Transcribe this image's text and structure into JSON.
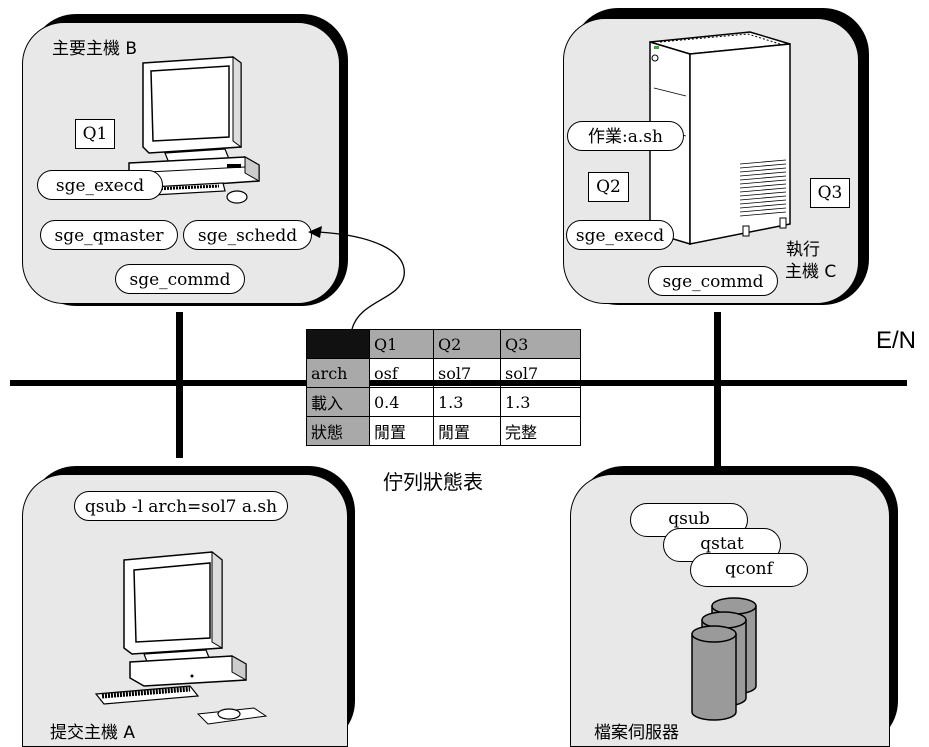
{
  "host_b": {
    "title": "主要主機 B",
    "queue": "Q1",
    "daemons": {
      "execd": "sge_execd",
      "qmaster": "sge_qmaster",
      "schedd": "sge_schedd",
      "commd": "sge_commd"
    }
  },
  "host_c": {
    "title_line1": "執行",
    "title_line2": "主機 C",
    "job": "作業:a.sh",
    "queue_q2": "Q2",
    "queue_q3": "Q3",
    "daemons": {
      "execd": "sge_execd",
      "commd": "sge_commd"
    }
  },
  "host_a": {
    "title": "提交主機 A",
    "command": "qsub -l arch=sol7 a.sh"
  },
  "file_server": {
    "title": "檔案伺服器",
    "programs": [
      "qsub",
      "qstat",
      "qconf"
    ]
  },
  "network": {
    "label": "E/N"
  },
  "queue_table": {
    "caption": "佇列狀態表",
    "columns": [
      "Q1",
      "Q2",
      "Q3"
    ],
    "rows": [
      {
        "label": "arch",
        "values": [
          "osf",
          "sol7",
          "sol7"
        ]
      },
      {
        "label": "載入",
        "values": [
          "0.4",
          "1.3",
          "1.3"
        ]
      },
      {
        "label": "狀態",
        "values": [
          "閒置",
          "閒置",
          "完整"
        ]
      }
    ]
  },
  "colors": {
    "panel": "#e8e8e8",
    "shadow": "#000000",
    "table_header": "#a9a9a9",
    "disk": "#9a9a9a"
  }
}
